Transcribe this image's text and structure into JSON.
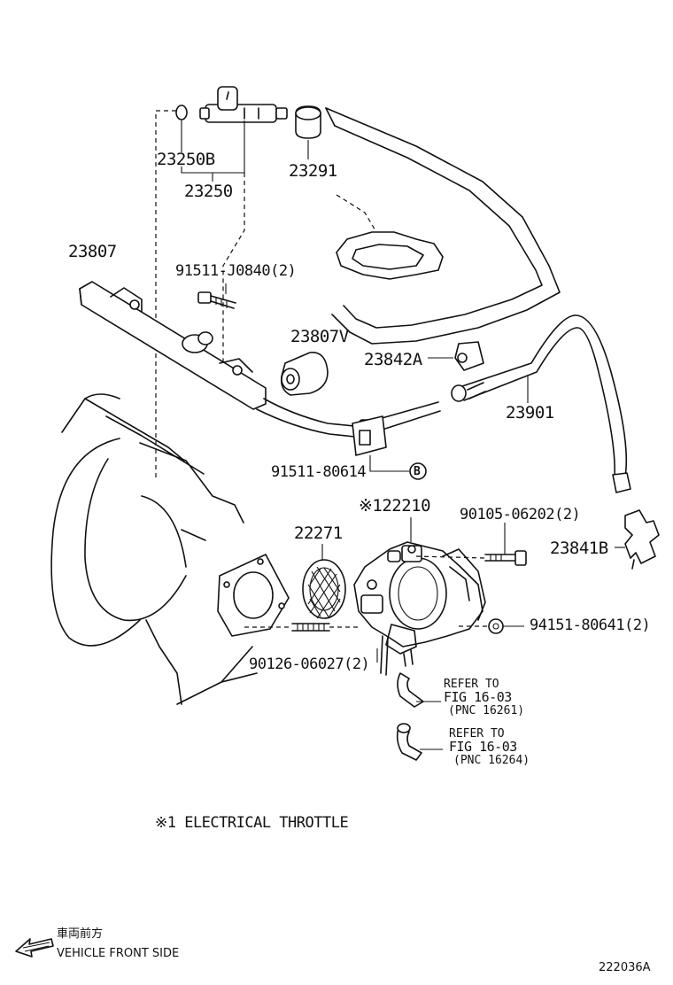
{
  "parts": {
    "p23250B": "23250B",
    "p23250": "23250",
    "p23291": "23291",
    "p23807": "23807",
    "p91511J0840": "91511-J0840(2)",
    "p23807V": "23807V",
    "p23842A": "23842A",
    "p23901": "23901",
    "p9151180614": "91511-80614",
    "bubble_b": "B",
    "p22210": "※122210",
    "p9010506202": "90105-06202(2)",
    "p22271": "22271",
    "p23841B": "23841B",
    "p9415180641": "94151-80641(2)",
    "p9012606027": "90126-06027(2)"
  },
  "refs": [
    {
      "line1": "REFER TO",
      "line2": "FIG 16-03",
      "line3": "(PNC 16261)"
    },
    {
      "line1": "REFER TO",
      "line2": "FIG 16-03",
      "line3": "(PNC 16264)"
    }
  ],
  "footnote": "※1 ELECTRICAL THROTTLE",
  "direction": {
    "jp": "車両前方",
    "en": "VEHICLE FRONT SIDE",
    "icon": "arrow-left-icon"
  },
  "drawing_number": "222036A",
  "colors": {
    "ink": "#111111",
    "paper": "#ffffff"
  }
}
